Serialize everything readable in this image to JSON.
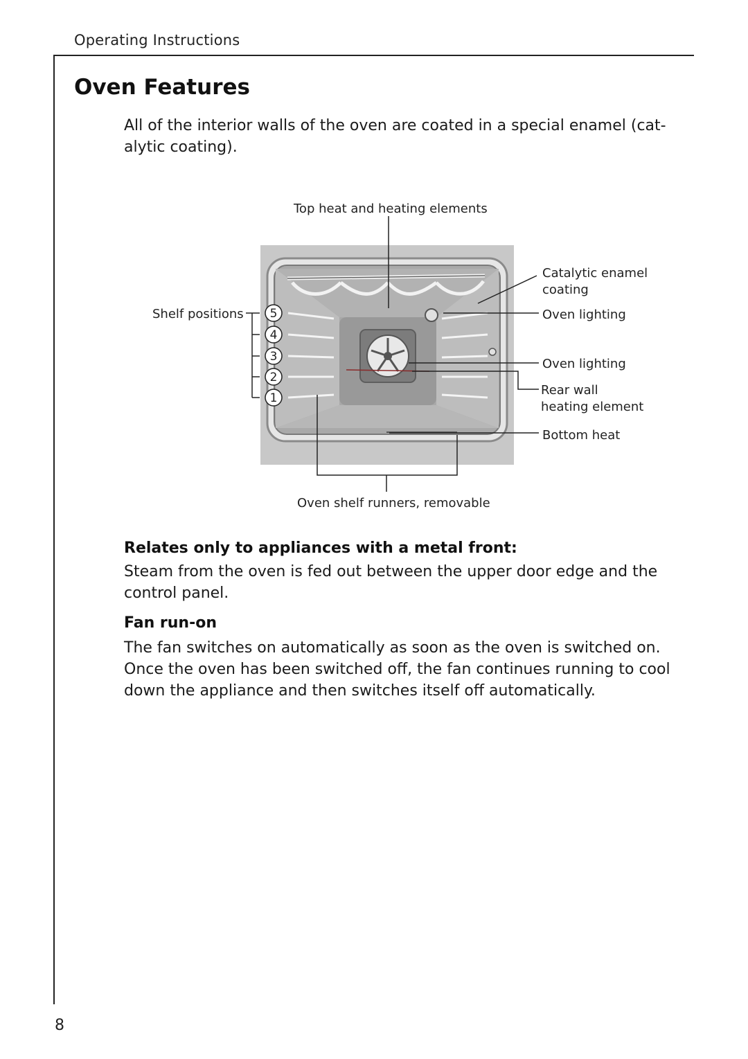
{
  "header": {
    "running_head": "Operating Instructions"
  },
  "title": "Oven Features",
  "intro": "All of the interior walls of the oven are coated in a special enamel (cat- alytic coating).",
  "figure": {
    "labels": {
      "top_heat": "Top heat and heating elements",
      "catalytic_line1": "Catalytic enamel",
      "catalytic_line2": "coating",
      "shelf_positions": "Shelf positions",
      "oven_lighting_1": "Oven lighting",
      "oven_lighting_2": "Oven lighting",
      "rear_wall_line1": "Rear wall",
      "rear_wall_line2": "heating element",
      "bottom_heat": "Bottom heat",
      "shelf_runners": "Oven shelf runners, removable"
    },
    "shelf_numbers": [
      "5",
      "4",
      "3",
      "2",
      "1"
    ]
  },
  "sections": [
    {
      "heading": "Relates only to appliances with a metal front:",
      "body": "Steam from the oven is fed out between the upper door edge and the control panel."
    },
    {
      "heading": "Fan run-on",
      "body": "The fan switches on automatically as soon as the oven is switched on. Once the oven has been switched off, the fan continues running to cool down the appliance and then switches itself off automatically."
    }
  ],
  "page_number": "8"
}
